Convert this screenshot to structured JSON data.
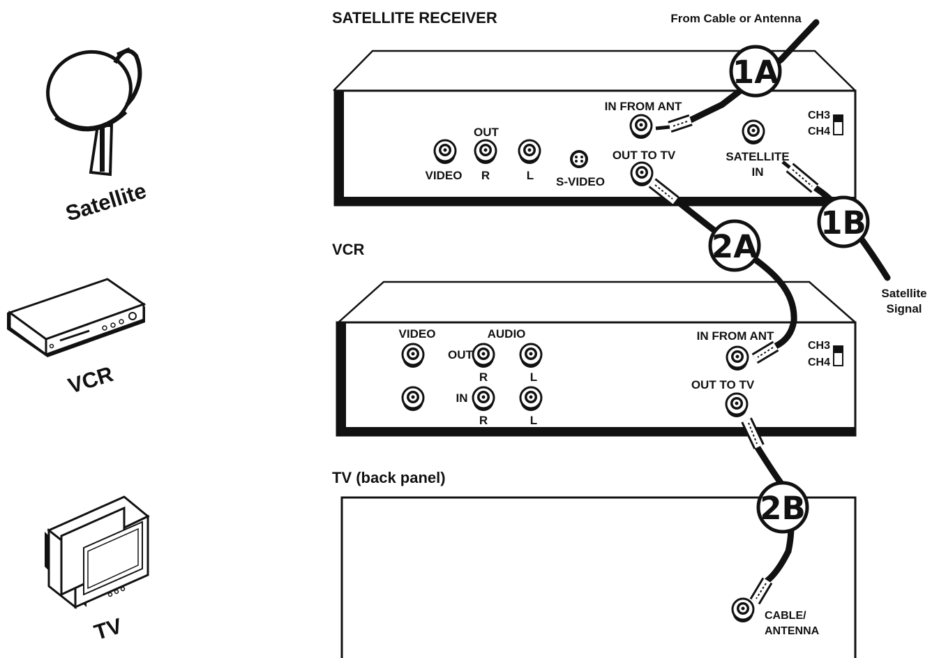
{
  "icons": {
    "satellite": "Satellite",
    "vcr": "VCR",
    "tv": "TV"
  },
  "receiver": {
    "title": "SATELLITE RECEIVER",
    "from_cable": "From Cable or Antenna",
    "in_from_ant": "IN FROM ANT",
    "out_label": "OUT",
    "video": "VIDEO",
    "r": "R",
    "l": "L",
    "svideo": "S-VIDEO",
    "out_to_tv": "OUT TO TV",
    "sat_in_1": "SATELLITE",
    "sat_in_2": "IN",
    "ch3": "CH3",
    "ch4": "CH4"
  },
  "vcr": {
    "title": "VCR",
    "video": "VIDEO",
    "audio": "AUDIO",
    "out": "OUT",
    "in": "IN",
    "r1": "R",
    "l1": "L",
    "r2": "R",
    "l2": "L",
    "in_from_ant": "IN FROM ANT",
    "out_to_tv": "OUT TO TV",
    "ch3": "CH3",
    "ch4": "CH4"
  },
  "tv": {
    "title": "TV (back panel)",
    "cable_1": "CABLE/",
    "cable_2": "ANTENNA"
  },
  "signal": {
    "line1": "Satellite",
    "line2": "Signal"
  },
  "steps": {
    "s1a": "1A",
    "s1b": "1B",
    "s2a": "2A",
    "s2b": "2B"
  }
}
